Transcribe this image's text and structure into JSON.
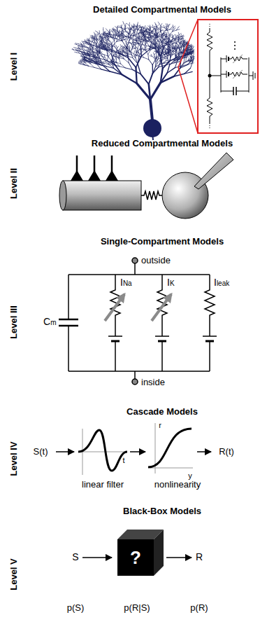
{
  "diagram": {
    "nodes": [
      {
        "text": [
          "?"
        ]
      }
    ],
    "labels": [
      "Detailed Compartmental Models",
      "Level I",
      "Reduced Compartmental Models",
      "Level II",
      "Single-Compartment Models",
      "Level III",
      "outside",
      "Cm",
      "INa",
      "IK",
      "Ileak",
      "inside",
      "Cascade Models",
      "Level IV",
      "S(t)",
      "t",
      "r",
      "y",
      "R(t)",
      "linear filter",
      "nonlinearity",
      "Black-Box Models",
      "Level V",
      "S",
      "R",
      "p(S)",
      "p(R|S)",
      "p(R)"
    ]
  }
}
